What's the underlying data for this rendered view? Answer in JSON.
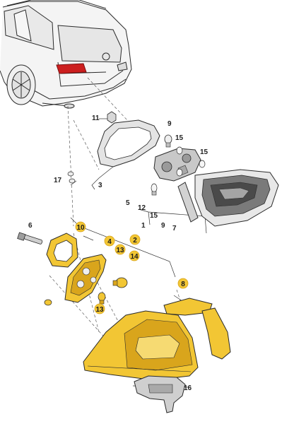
{
  "diagram": {
    "colors": {
      "outline": "#2b2b2b",
      "part_fill": "#f0f0f0",
      "grey_part": "#c9c9c9",
      "dark_part": "#555555",
      "highlight": "#f2c634",
      "highlight_dark": "#d9a51c",
      "car_red": "#cc1f1f"
    },
    "callouts": {
      "c11": "11",
      "c9a": "9",
      "c15a": "15",
      "c15b": "15",
      "c3": "3",
      "c17": "17",
      "c5": "5",
      "c12": "12",
      "c15c": "15",
      "c1": "1",
      "c9b": "9",
      "c7": "7",
      "c6": "6",
      "c10": "10",
      "c4": "4",
      "c2": "2",
      "c13a": "13",
      "c14": "14",
      "c8": "8",
      "c13b": "13",
      "c16": "16"
    }
  }
}
